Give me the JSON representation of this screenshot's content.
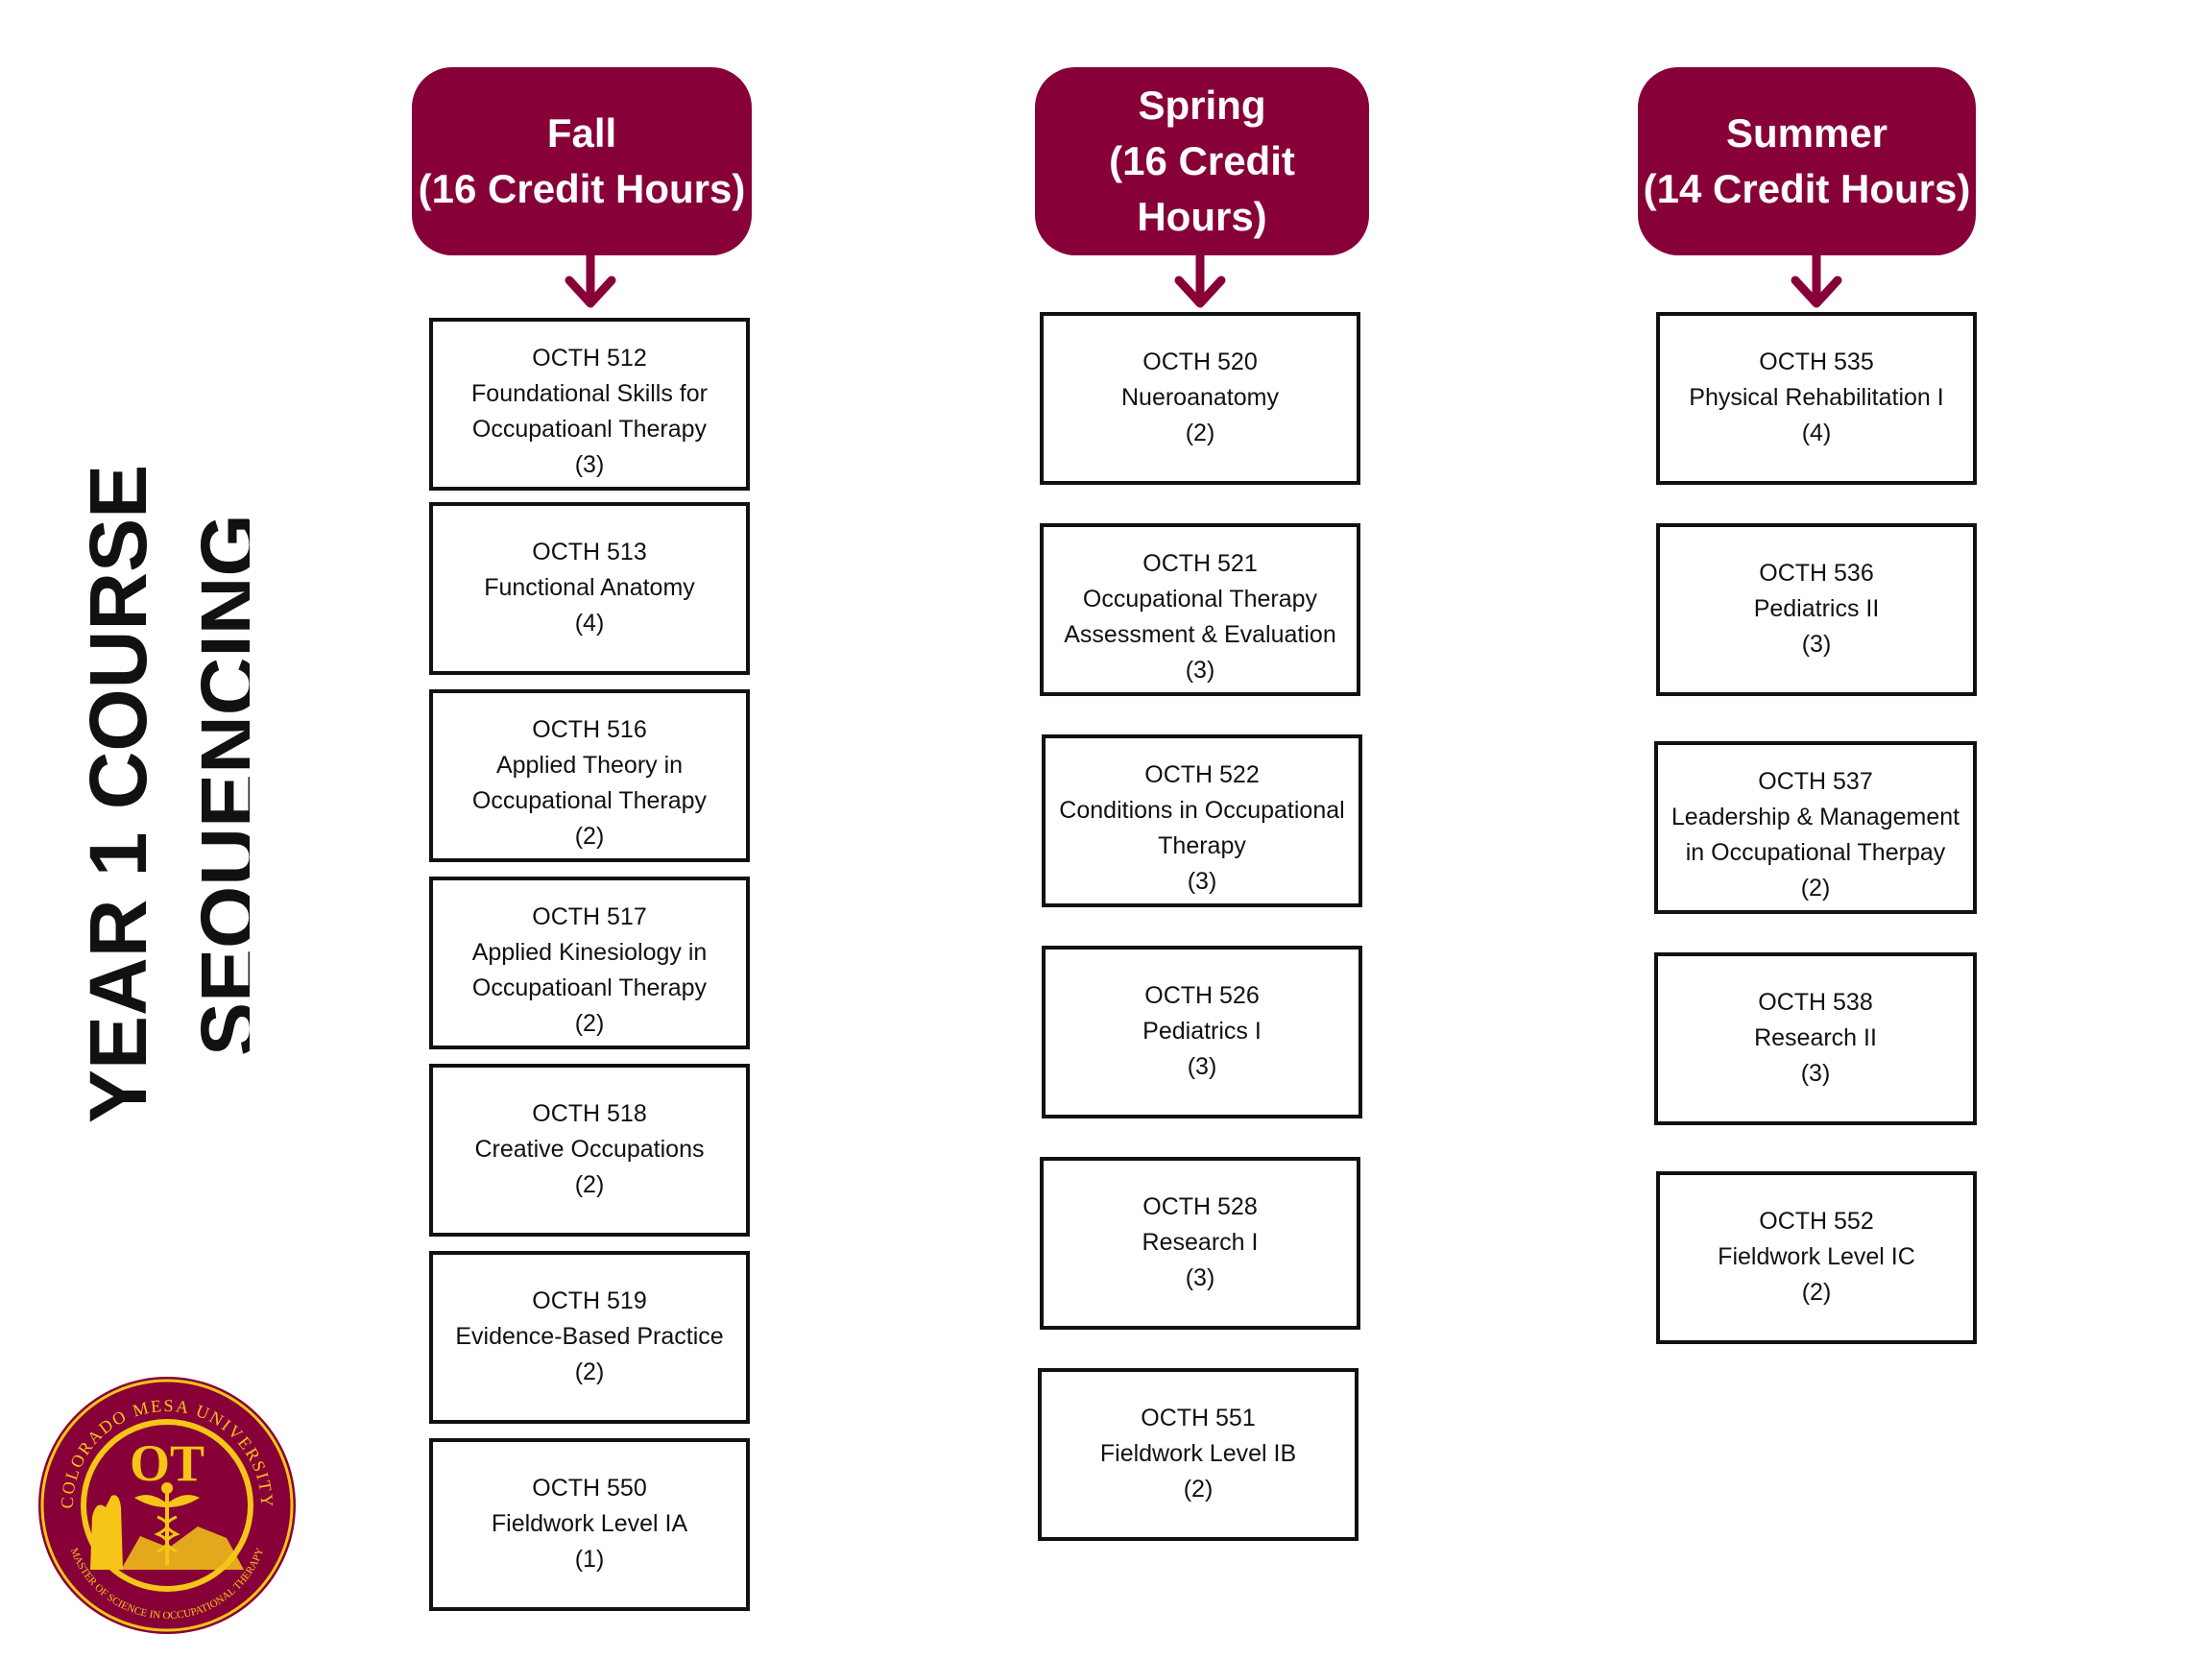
{
  "title": {
    "line1": "YEAR 1 COURSE",
    "line2": "SEQUENCING"
  },
  "terms": [
    {
      "header": [
        "Fall",
        "(16 Credit Hours)"
      ],
      "courses": [
        {
          "lines": [
            "OCTH 512",
            "Foundational Skills for",
            "Occupatioanl Therapy",
            "(3)"
          ]
        },
        {
          "lines": [
            "OCTH 513",
            "Functional Anatomy",
            "(4)"
          ]
        },
        {
          "lines": [
            "OCTH 516",
            "Applied Theory in",
            "Occupational Therapy",
            "(2)"
          ]
        },
        {
          "lines": [
            "OCTH 517",
            "Applied Kinesiology in",
            "Occupatioanl Therapy",
            "(2)"
          ]
        },
        {
          "lines": [
            "OCTH 518",
            "Creative Occupations",
            "(2)"
          ]
        },
        {
          "lines": [
            "OCTH 519",
            "Evidence-Based Practice",
            "(2)"
          ]
        },
        {
          "lines": [
            "OCTH 550",
            "Fieldwork Level IA",
            "(1)"
          ]
        }
      ]
    },
    {
      "header": [
        "Spring",
        "(16 Credit",
        "Hours)"
      ],
      "courses": [
        {
          "lines": [
            "OCTH 520",
            "Nueroanatomy",
            "(2)"
          ]
        },
        {
          "lines": [
            "OCTH 521",
            "Occupational Therapy",
            "Assessment & Evaluation",
            "(3)"
          ]
        },
        {
          "lines": [
            "OCTH 522",
            "Conditions in Occupational",
            "Therapy",
            "(3)"
          ]
        },
        {
          "lines": [
            "OCTH 526",
            "Pediatrics I",
            "(3)"
          ]
        },
        {
          "lines": [
            "OCTH 528",
            "Research I",
            "(3)"
          ]
        },
        {
          "lines": [
            "OCTH 551",
            "Fieldwork Level IB",
            "(2)"
          ]
        }
      ]
    },
    {
      "header": [
        "Summer",
        "(14 Credit Hours)"
      ],
      "courses": [
        {
          "lines": [
            "OCTH 535",
            "Physical Rehabilitation I",
            "(4)"
          ]
        },
        {
          "lines": [
            "OCTH 536",
            "Pediatrics II",
            "(3)"
          ]
        },
        {
          "lines": [
            "OCTH 537",
            "Leadership & Management",
            "in Occupational Therpay",
            "(2)"
          ]
        },
        {
          "lines": [
            "OCTH 538",
            "Research II",
            "(3)"
          ]
        },
        {
          "lines": [
            "OCTH 552",
            "Fieldwork Level IC",
            "(2)"
          ]
        }
      ]
    }
  ],
  "logo": {
    "initials": "OT",
    "top_text": "COLORADO MESA UNIVERSITY",
    "bottom_text": "MASTER OF SCIENCE IN OCCUPATIONAL THERAPY"
  },
  "colors": {
    "brand": "#870038",
    "gold": "#f5c518",
    "border": "#111111"
  }
}
